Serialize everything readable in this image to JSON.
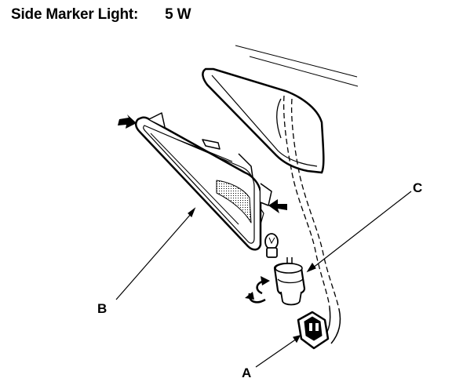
{
  "header": {
    "label": "Side Marker Light:",
    "spec": "5 W"
  },
  "callouts": {
    "a": "A",
    "b": "B",
    "c": "C"
  },
  "colors": {
    "ink": "#000000",
    "paper": "#ffffff",
    "shade": "#9a9a9a"
  }
}
